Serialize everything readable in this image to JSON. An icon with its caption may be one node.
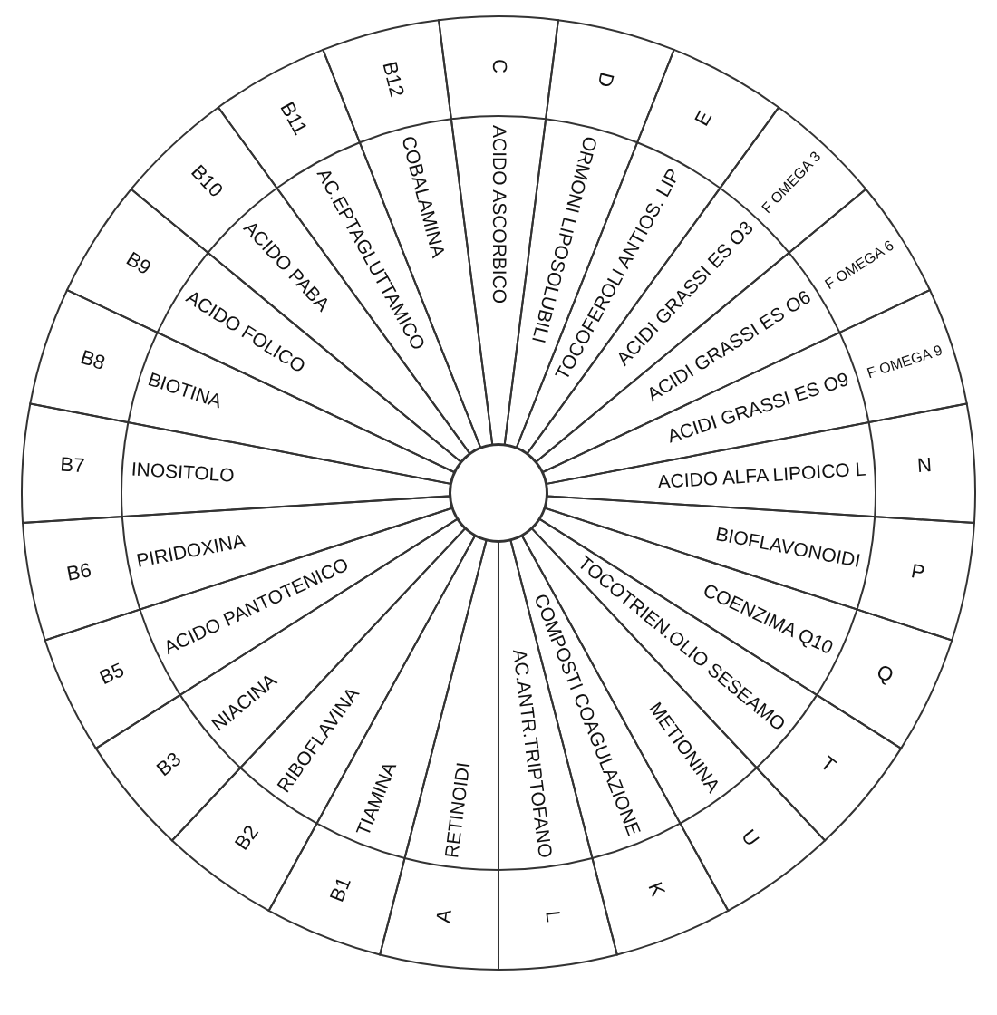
{
  "diagram": {
    "nodes": [
      {
        "text": [
          "C",
          "ACIDO ASCORBICO"
        ]
      },
      {
        "text": [
          "D",
          "ORMONI LIPOSOLUBILI"
        ]
      },
      {
        "text": [
          "E",
          "TOCOFEROLI ANTIOS. LIP"
        ]
      },
      {
        "text": [
          "F OMEGA 3",
          "ACIDI GRASSI ES O3"
        ]
      },
      {
        "text": [
          "F OMEGA 6",
          "ACIDI GRASSI ES O6"
        ]
      },
      {
        "text": [
          "F OMEGA 9",
          "ACIDI GRASSI ES O9"
        ]
      },
      {
        "text": [
          "N",
          "ACIDO ALFA LIPOICO L"
        ]
      },
      {
        "text": [
          "P",
          "BIOFLAVONOIDI"
        ]
      },
      {
        "text": [
          "Q",
          "COENZIMA Q10"
        ]
      },
      {
        "text": [
          "T",
          "TOCOTRIEN.OLIO SESEAMO"
        ]
      },
      {
        "text": [
          "U",
          "METIONINA"
        ]
      },
      {
        "text": [
          "K",
          "COMPOSTI COAGULAZIONE"
        ]
      },
      {
        "text": [
          "L",
          "AC.ANTR.TRIPTOFANO"
        ]
      },
      {
        "text": [
          "A",
          "RETINOIDI"
        ]
      },
      {
        "text": [
          "B1",
          "TIAMINA"
        ]
      },
      {
        "text": [
          "B2",
          "RIBOFLAVINA"
        ]
      },
      {
        "text": [
          "B3",
          "NIACINA"
        ]
      },
      {
        "text": [
          "B5",
          "ACIDO PANTOTENICO"
        ]
      },
      {
        "text": [
          "B6",
          "PIRIDOXINA"
        ]
      },
      {
        "text": [
          "B7",
          "INOSITOLO"
        ]
      },
      {
        "text": [
          "B8",
          "BIOTINA"
        ]
      },
      {
        "text": [
          "B9",
          "ACIDO FOLICO"
        ]
      },
      {
        "text": [
          "B10",
          "ACIDO PABA"
        ]
      },
      {
        "text": [
          "B11",
          "AC.EPTAGLUTTAMICO"
        ]
      },
      {
        "text": [
          "B12",
          "COBALAMINA"
        ]
      },
      {
        "text": [],
        "shape": "circle"
      }
    ]
  }
}
